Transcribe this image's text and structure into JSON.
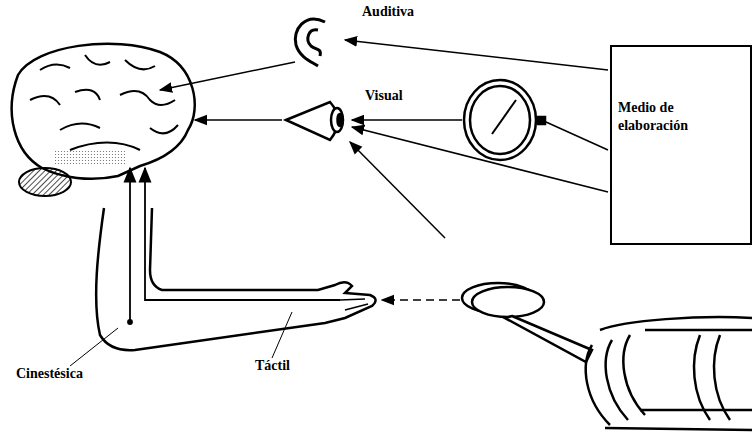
{
  "diagram": {
    "nodes": [
      {
        "text": [
          "Medio de elaboración"
        ]
      }
    ],
    "labels": [
      "Auditiva",
      "Visual",
      "Cinestésica",
      "Táctil"
    ]
  }
}
